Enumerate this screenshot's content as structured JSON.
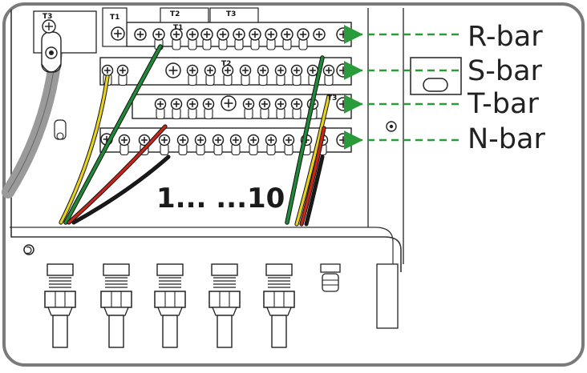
{
  "labels": {
    "bars": [
      "R-bar",
      "S-bar",
      "T-bar",
      "N-bar"
    ],
    "count_range": "1... ...10",
    "terminal_tags": {
      "t1_top": "T1",
      "t2_top": "T2",
      "t3_top": "T3",
      "t1_row": "T1",
      "t2_row": "T2",
      "t3_row": "T3",
      "t3_lug": "T3"
    }
  },
  "colors": {
    "frame": "#7a7a7a",
    "wire_yellow": "#e9d21c",
    "wire_green": "#1f8a3a",
    "wire_red": "#c8261b",
    "wire_black": "#1a1a1a",
    "arrow": "#2a9a3a",
    "ground_cable": "#9a9a9a"
  },
  "icons": [
    "screw-terminal-icon",
    "arrow-left-icon",
    "cable-gland-icon",
    "ground-lug-icon"
  ]
}
